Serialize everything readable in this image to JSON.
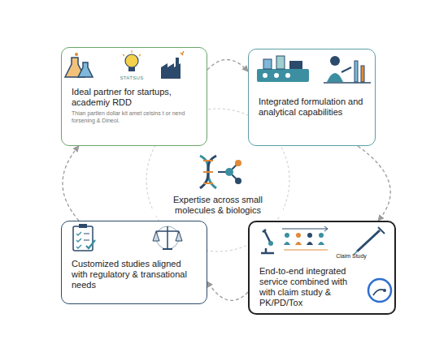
{
  "diagram": {
    "nodes": [
      {
        "text": [
          "Ideal partner for startups, academiy RDD",
          "Thian partlen dollar kit amet ceisins t or nend forsening & Dineol."
        ]
      },
      {
        "text": [
          "Integrated formulation and analytical capabilities"
        ]
      },
      {
        "text": [
          "Customized studies aligned with regulatory & transational needs"
        ]
      },
      {
        "text": [
          "End-to-end integrated service combined with with claim study & PK/PD/Tox"
        ]
      }
    ],
    "edges": [
      {
        "from": 0,
        "to": 1,
        "arrow": "to"
      },
      {
        "from": 1,
        "to": 3,
        "arrow": "to"
      },
      {
        "from": 3,
        "to": 2,
        "arrow": "to"
      },
      {
        "from": 2,
        "to": 0,
        "arrow": "to"
      }
    ],
    "labels": [
      "STATSUS",
      "Expertise across small molecules & biologics",
      "Claim Study"
    ]
  }
}
